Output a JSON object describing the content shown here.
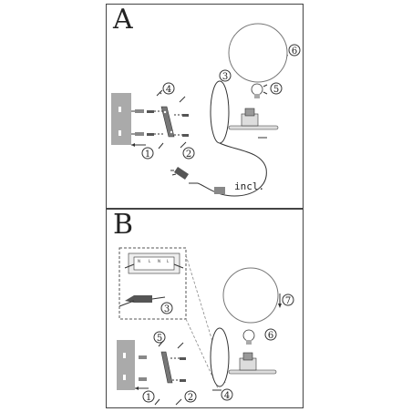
{
  "panels": [
    {
      "letter": "A",
      "included_label": "incl.",
      "steps": [
        "1",
        "2",
        "3",
        "4",
        "5",
        "6"
      ]
    },
    {
      "letter": "B",
      "steps": [
        "1",
        "2",
        "3",
        "4",
        "5",
        "6",
        "7"
      ],
      "terminal_labels": [
        "N",
        "L",
        "N",
        "L"
      ]
    }
  ]
}
